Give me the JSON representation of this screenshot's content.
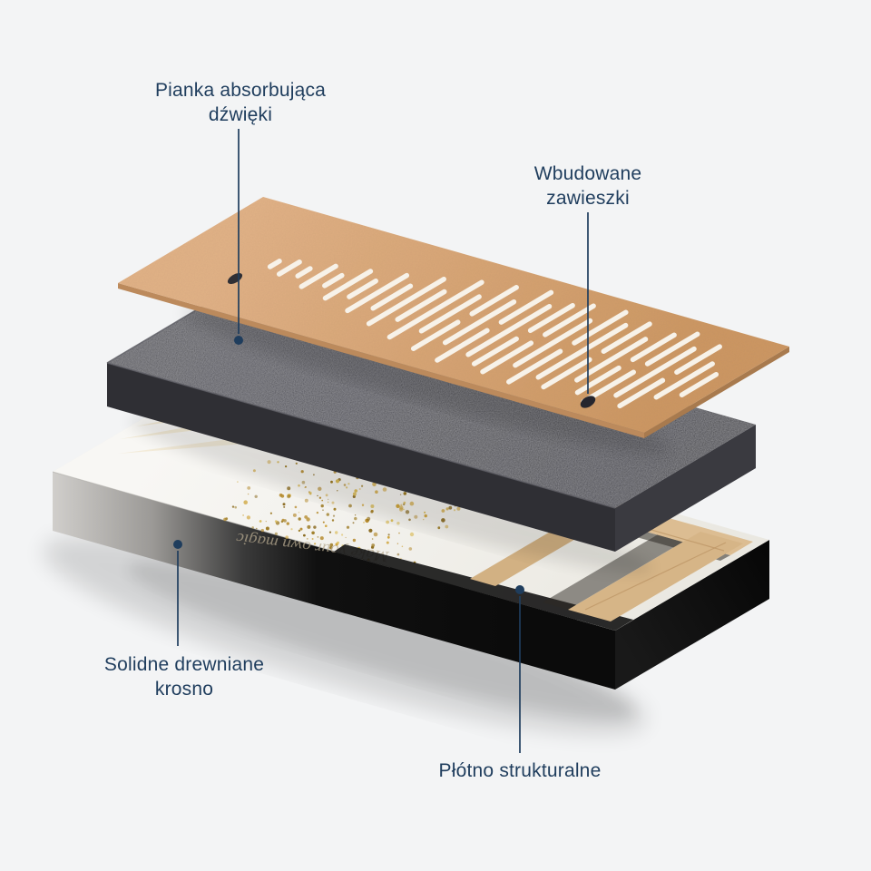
{
  "background": "#f3f4f5",
  "colors": {
    "label": "#1f3d5d",
    "leader_line": "#1f3d5d",
    "board": "#d8a876",
    "foam": "#4a4a50",
    "canvas": "#f6f5f1",
    "canvas_edge_black": "#0d0d0d",
    "wood_frame": "#d9b88c",
    "gold_speckle": "#b68b2e"
  },
  "labels": {
    "foam": {
      "text": "Pianka absorbująca\ndźwięki"
    },
    "hangers": {
      "text": "Wbudowane\nzawieszki"
    },
    "frame": {
      "text": "Solidne drewniane\nkrosno"
    },
    "canvas": {
      "text": "Płótno strukturalne"
    }
  },
  "artwork": {
    "text": "Make your own magic",
    "speckle_colors": [
      "#b68b2e",
      "#cfa43a",
      "#8a6a1f",
      "#d9b84f",
      "#9c7a22"
    ]
  },
  "waveform_slots": [
    12,
    26,
    16,
    44,
    22,
    58,
    34,
    76,
    48,
    96,
    60,
    118,
    74,
    132,
    88,
    146,
    104,
    126,
    142,
    96,
    150,
    112,
    136,
    88,
    124,
    146,
    100,
    128,
    72,
    44
  ]
}
